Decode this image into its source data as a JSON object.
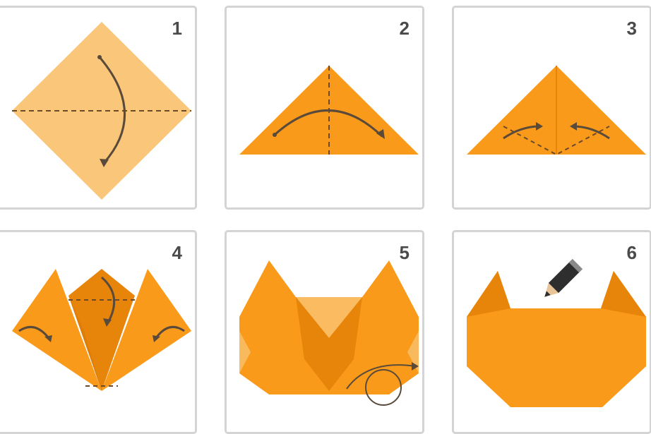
{
  "steps": [
    {
      "number": "1"
    },
    {
      "number": "2"
    },
    {
      "number": "3"
    },
    {
      "number": "4"
    },
    {
      "number": "5"
    },
    {
      "number": "6"
    }
  ],
  "colors": {
    "paper_light": "#fac67a",
    "paper_orange": "#f99a1a",
    "paper_dark": "#e6850a",
    "paper_shadow": "#d8780a",
    "fold_line": "#6b4a2a",
    "arrow": "#5a4a3a",
    "panel_border": "#d4d4d4"
  },
  "icons": [
    "fold-arrow-icon",
    "pencil-icon"
  ]
}
